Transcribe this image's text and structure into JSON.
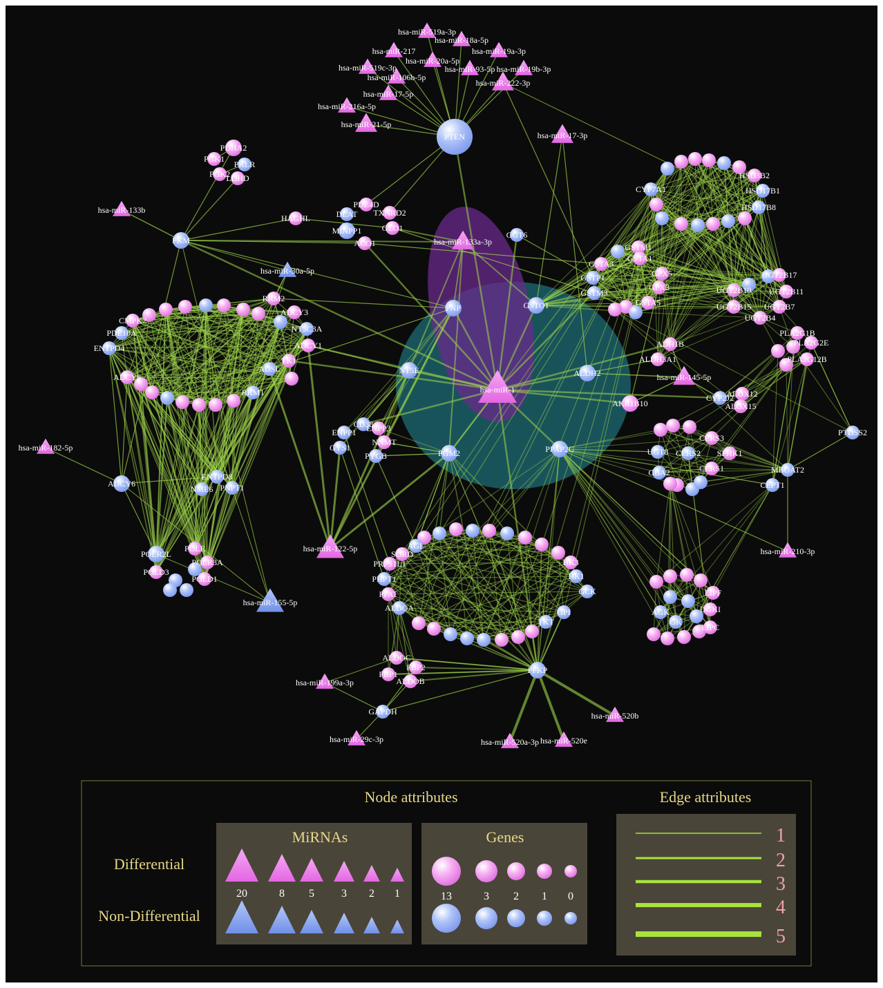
{
  "nodes": {
    "mirnas": [
      {
        "id": "hsa-miR-1",
        "label": "hsa-miR-1",
        "size": 20,
        "group": "differential"
      },
      {
        "id": "hsa-miR-519a-3p",
        "label": "hsa-miR-519a-3p",
        "size": 2,
        "group": "differential"
      },
      {
        "id": "hsa-miR-18a-5p",
        "label": "hsa-miR-18a-5p",
        "size": 2,
        "group": "differential"
      },
      {
        "id": "hsa-miR-217",
        "label": "hsa-miR-217",
        "size": 2,
        "group": "differential"
      },
      {
        "id": "hsa-miR-19a-3p",
        "label": "hsa-miR-19a-3p",
        "size": 2,
        "group": "differential"
      },
      {
        "id": "hsa-miR-20a-5p",
        "label": "hsa-miR-20a-5p",
        "size": 2,
        "group": "differential"
      },
      {
        "id": "hsa-miR-519c-3p",
        "label": "hsa-miR-519c-3p",
        "size": 2,
        "group": "differential"
      },
      {
        "id": "hsa-miR-93-5p",
        "label": "hsa-miR-93-5p",
        "size": 2,
        "group": "differential"
      },
      {
        "id": "hsa-miR-19b-3p",
        "label": "hsa-miR-19b-3p",
        "size": 2,
        "group": "differential"
      },
      {
        "id": "hsa-miR-106b-5p",
        "label": "hsa-miR-106b-5p",
        "size": 2,
        "group": "differential"
      },
      {
        "id": "hsa-miR-222-3p",
        "label": "hsa-miR-222-3p",
        "size": 3,
        "group": "differential"
      },
      {
        "id": "hsa-miR-17-5p",
        "label": "hsa-miR-17-5p",
        "size": 2,
        "group": "differential"
      },
      {
        "id": "hsa-miR-216a-5p",
        "label": "hsa-miR-216a-5p",
        "size": 2,
        "group": "differential"
      },
      {
        "id": "hsa-miR-21-5p",
        "label": "hsa-miR-21-5p",
        "size": 3,
        "group": "differential"
      },
      {
        "id": "hsa-miR-17-3p",
        "label": "hsa-miR-17-3p",
        "size": 3,
        "group": "differential"
      },
      {
        "id": "hsa-miR-133b",
        "label": "hsa-miR-133b",
        "size": 2,
        "group": "differential"
      },
      {
        "id": "hsa-miR-133a-3p",
        "label": "hsa-miR-133a-3p",
        "size": 3,
        "group": "differential"
      },
      {
        "id": "hsa-miR-30a-5p",
        "label": "hsa-miR-30a-5p",
        "size": 2,
        "group": "non-differential"
      },
      {
        "id": "hsa-miR-145-5p",
        "label": "hsa-miR-145-5p",
        "size": 3,
        "group": "differential"
      },
      {
        "id": "hsa-miR-182-5p",
        "label": "hsa-miR-182-5p",
        "size": 2,
        "group": "differential"
      },
      {
        "id": "hsa-miR-122-5p",
        "label": "hsa-miR-122-5p",
        "size": 5,
        "group": "differential"
      },
      {
        "id": "hsa-miR-155-5p",
        "label": "hsa-miR-155-5p",
        "size": 5,
        "group": "non-differential"
      },
      {
        "id": "hsa-miR-210-3p",
        "label": "hsa-miR-210-3p",
        "size": 2,
        "group": "differential"
      },
      {
        "id": "hsa-miR-199a-3p",
        "label": "hsa-miR-199a-3p",
        "size": 2,
        "group": "differential"
      },
      {
        "id": "hsa-miR-29c-3p",
        "label": "hsa-miR-29c-3p",
        "size": 2,
        "group": "differential"
      },
      {
        "id": "hsa-miR-520a-3p",
        "label": "hsa-miR-520a-3p",
        "size": 2,
        "group": "differential"
      },
      {
        "id": "hsa-miR-520e",
        "label": "hsa-miR-520e",
        "size": 2,
        "group": "differential"
      },
      {
        "id": "hsa-miR-520b",
        "label": "hsa-miR-520b",
        "size": 2,
        "group": "differential"
      }
    ],
    "genes": [
      {
        "id": "PTEN",
        "group": "non-differential",
        "size": 13
      },
      {
        "id": "PDHA2",
        "group": "differential",
        "size": 2
      },
      {
        "id": "PGK1",
        "group": "differential",
        "size": 1
      },
      {
        "id": "PKLR",
        "group": "non-differential",
        "size": 1
      },
      {
        "id": "PGK2",
        "group": "differential",
        "size": 1
      },
      {
        "id": "LDHD",
        "group": "differential",
        "size": 1
      },
      {
        "id": "HAGHL",
        "group": "differential",
        "size": 1
      },
      {
        "id": "PDE4D",
        "group": "differential",
        "size": 1
      },
      {
        "id": "TXNRD2",
        "group": "differential",
        "size": 1
      },
      {
        "id": "DLAT",
        "group": "non-differential",
        "size": 1
      },
      {
        "id": "GLO1",
        "group": "differential",
        "size": 1
      },
      {
        "id": "MINPP1",
        "group": "non-differential",
        "size": 2
      },
      {
        "id": "ACO1",
        "group": "differential",
        "size": 1
      },
      {
        "id": "PKM",
        "group": "non-differential",
        "size": 2
      },
      {
        "id": "GGT6",
        "group": "non-differential",
        "size": 1
      },
      {
        "id": "PNP",
        "group": "non-differential",
        "size": 2
      },
      {
        "id": "NT5E",
        "group": "non-differential",
        "size": 2
      },
      {
        "id": "GSTO1",
        "group": "non-differential",
        "size": 2
      },
      {
        "id": "ALDH2",
        "group": "non-differential",
        "size": 2
      },
      {
        "id": "AKR1B10",
        "group": "differential",
        "size": 2
      },
      {
        "id": "PGM2",
        "group": "non-differential",
        "size": 2
      },
      {
        "id": "PPAP2C",
        "group": "non-differential",
        "size": 2
      },
      {
        "id": "ENTPD4",
        "group": "non-differential",
        "size": 1
      },
      {
        "id": "PDE10A",
        "group": "non-differential",
        "size": 1
      },
      {
        "id": "CMPK2",
        "group": "differential",
        "size": 1
      },
      {
        "id": "ADCY3",
        "group": "differential",
        "size": 1
      },
      {
        "id": "NT5C3A",
        "group": "non-differential",
        "size": 1
      },
      {
        "id": "ADCY1",
        "group": "differential",
        "size": 1
      },
      {
        "id": "ADCY8",
        "group": "differential",
        "size": 1
      },
      {
        "id": "ADSL",
        "group": "non-differential",
        "size": 1
      },
      {
        "id": "RRM1",
        "group": "non-differential",
        "size": 1
      },
      {
        "id": "RRM2",
        "group": "differential",
        "size": 1
      },
      {
        "id": "TK1",
        "group": "differential",
        "size": 1
      },
      {
        "id": "ADCY6",
        "group": "non-differential",
        "size": 2
      },
      {
        "id": "ENTPD8",
        "group": "non-differential",
        "size": 1
      },
      {
        "id": "NME6",
        "group": "non-differential",
        "size": 1
      },
      {
        "id": "PNPT1",
        "group": "non-differential",
        "size": 1
      },
      {
        "id": "POLR2L",
        "group": "non-differential",
        "size": 2
      },
      {
        "id": "POLE",
        "group": "differential",
        "size": 1
      },
      {
        "id": "POLR3A",
        "group": "differential",
        "size": 1
      },
      {
        "id": "POLD3",
        "group": "differential",
        "size": 1
      },
      {
        "id": "POLD1",
        "group": "differential",
        "size": 1
      },
      {
        "id": "CD38",
        "group": "non-differential",
        "size": 1
      },
      {
        "id": "ENPP3",
        "group": "differential",
        "size": 1
      },
      {
        "id": "ENPP1",
        "group": "non-differential",
        "size": 1
      },
      {
        "id": "NNMT",
        "group": "differential",
        "size": 1
      },
      {
        "id": "GYS1",
        "group": "non-differential",
        "size": 1
      },
      {
        "id": "PYGB",
        "group": "non-differential",
        "size": 1
      },
      {
        "id": "AGL",
        "group": "non-differential",
        "size": 1
      },
      {
        "id": "SORD",
        "group": "differential",
        "size": 1
      },
      {
        "id": "PRPS1L1",
        "group": "differential",
        "size": 1
      },
      {
        "id": "PHPT1",
        "group": "non-differential",
        "size": 1
      },
      {
        "id": "PFAT",
        "group": "differential",
        "size": 1
      },
      {
        "id": "ALDOA",
        "group": "non-differential",
        "size": 1
      },
      {
        "id": "HK3",
        "group": "differential",
        "size": 1
      },
      {
        "id": "HK1",
        "group": "non-differential",
        "size": 1
      },
      {
        "id": "GCK",
        "group": "non-differential",
        "size": 1
      },
      {
        "id": "GPI",
        "group": "non-differential",
        "size": 1
      },
      {
        "id": "TKT",
        "group": "non-differential",
        "size": 1
      },
      {
        "id": "PFKP",
        "group": "non-differential",
        "size": 2
      },
      {
        "id": "ALDOC",
        "group": "differential",
        "size": 1
      },
      {
        "id": "FBP2",
        "group": "differential",
        "size": 1
      },
      {
        "id": "FBP1",
        "group": "differential",
        "size": 1
      },
      {
        "id": "ALDOB",
        "group": "differential",
        "size": 1
      },
      {
        "id": "GAPDH",
        "group": "non-differential",
        "size": 1
      },
      {
        "id": "GSTM1",
        "group": "differential",
        "size": 1
      },
      {
        "id": "GSTA1",
        "group": "differential",
        "size": 1
      },
      {
        "id": "GSTA3",
        "group": "differential",
        "size": 1
      },
      {
        "id": "GSTP1",
        "group": "non-differential",
        "size": 1
      },
      {
        "id": "GSTM3",
        "group": "non-differential",
        "size": 1
      },
      {
        "id": "GPX5",
        "group": "differential",
        "size": 1
      },
      {
        "id": "GPX3",
        "group": "differential",
        "size": 1
      },
      {
        "id": "GSTA5",
        "group": "differential",
        "size": 1
      },
      {
        "id": "ADH1B",
        "group": "differential",
        "size": 1
      },
      {
        "id": "ALDH3A1",
        "group": "differential",
        "size": 1
      },
      {
        "id": "CYP7A1",
        "group": "non-differential",
        "size": 1
      },
      {
        "id": "HSD3B2",
        "group": "differential",
        "size": 1
      },
      {
        "id": "HSD17B1",
        "group": "non-differential",
        "size": 1
      },
      {
        "id": "HSD17B8",
        "group": "non-differential",
        "size": 1
      },
      {
        "id": "UGT2B17",
        "group": "differential",
        "size": 1
      },
      {
        "id": "UGT2B11",
        "group": "differential",
        "size": 1
      },
      {
        "id": "UGT2B10",
        "group": "differential",
        "size": 1
      },
      {
        "id": "UGT2B15",
        "group": "differential",
        "size": 1
      },
      {
        "id": "UGT2B7",
        "group": "differential",
        "size": 1
      },
      {
        "id": "UGT2B4",
        "group": "differential",
        "size": 1
      },
      {
        "id": "PLA2G1B",
        "group": "differential",
        "size": 1
      },
      {
        "id": "PLA2G2E",
        "group": "differential",
        "size": 1
      },
      {
        "id": "PLA2G12B",
        "group": "differential",
        "size": 1
      },
      {
        "id": "ALOX12",
        "group": "differential",
        "size": 1
      },
      {
        "id": "ALOX15",
        "group": "differential",
        "size": 1
      },
      {
        "id": "CYP2J2",
        "group": "non-differential",
        "size": 1
      },
      {
        "id": "PTDSS2",
        "group": "non-differential",
        "size": 1
      },
      {
        "id": "SPHK1",
        "group": "differential",
        "size": 1
      },
      {
        "id": "CERS3",
        "group": "differential",
        "size": 1
      },
      {
        "id": "CERS2",
        "group": "non-differential",
        "size": 1
      },
      {
        "id": "CERS1",
        "group": "differential",
        "size": 1
      },
      {
        "id": "UGT8",
        "group": "non-differential",
        "size": 1
      },
      {
        "id": "GBA2",
        "group": "non-differential",
        "size": 1
      },
      {
        "id": "MBOAT2",
        "group": "non-differential",
        "size": 1
      },
      {
        "id": "CEPT1",
        "group": "non-differential",
        "size": 1
      },
      {
        "id": "LIPF",
        "group": "differential",
        "size": 1
      },
      {
        "id": "DGKI",
        "group": "differential",
        "size": 1
      },
      {
        "id": "LIPC",
        "group": "differential",
        "size": 1
      },
      {
        "id": "AGK",
        "group": "non-differential",
        "size": 1
      },
      {
        "id": "GK",
        "group": "non-differential",
        "size": 1
      }
    ]
  },
  "legend": {
    "node_title": "Node attributes",
    "edge_title": "Edge attributes",
    "mirnas_header": "MiRNAs",
    "genes_header": "Genes",
    "row_differential": "Differential",
    "row_non_differential": "Non-Differential",
    "mirna_sizes": [
      "20",
      "8",
      "5",
      "3",
      "2",
      "1"
    ],
    "gene_sizes": [
      "13",
      "3",
      "2",
      "1",
      "0"
    ],
    "edge_weights": [
      "1",
      "2",
      "3",
      "4",
      "5"
    ]
  },
  "colors": {
    "background": "#0b0b0b",
    "differential": "#f08ef0",
    "non_differential": "#8fa9f2",
    "edge": "#9fd64a",
    "legend_text": "#e8d98a",
    "edge_number": "#f0a0a8",
    "legend_panel": "#4a4539",
    "legend_border": "#7b7a3a"
  }
}
